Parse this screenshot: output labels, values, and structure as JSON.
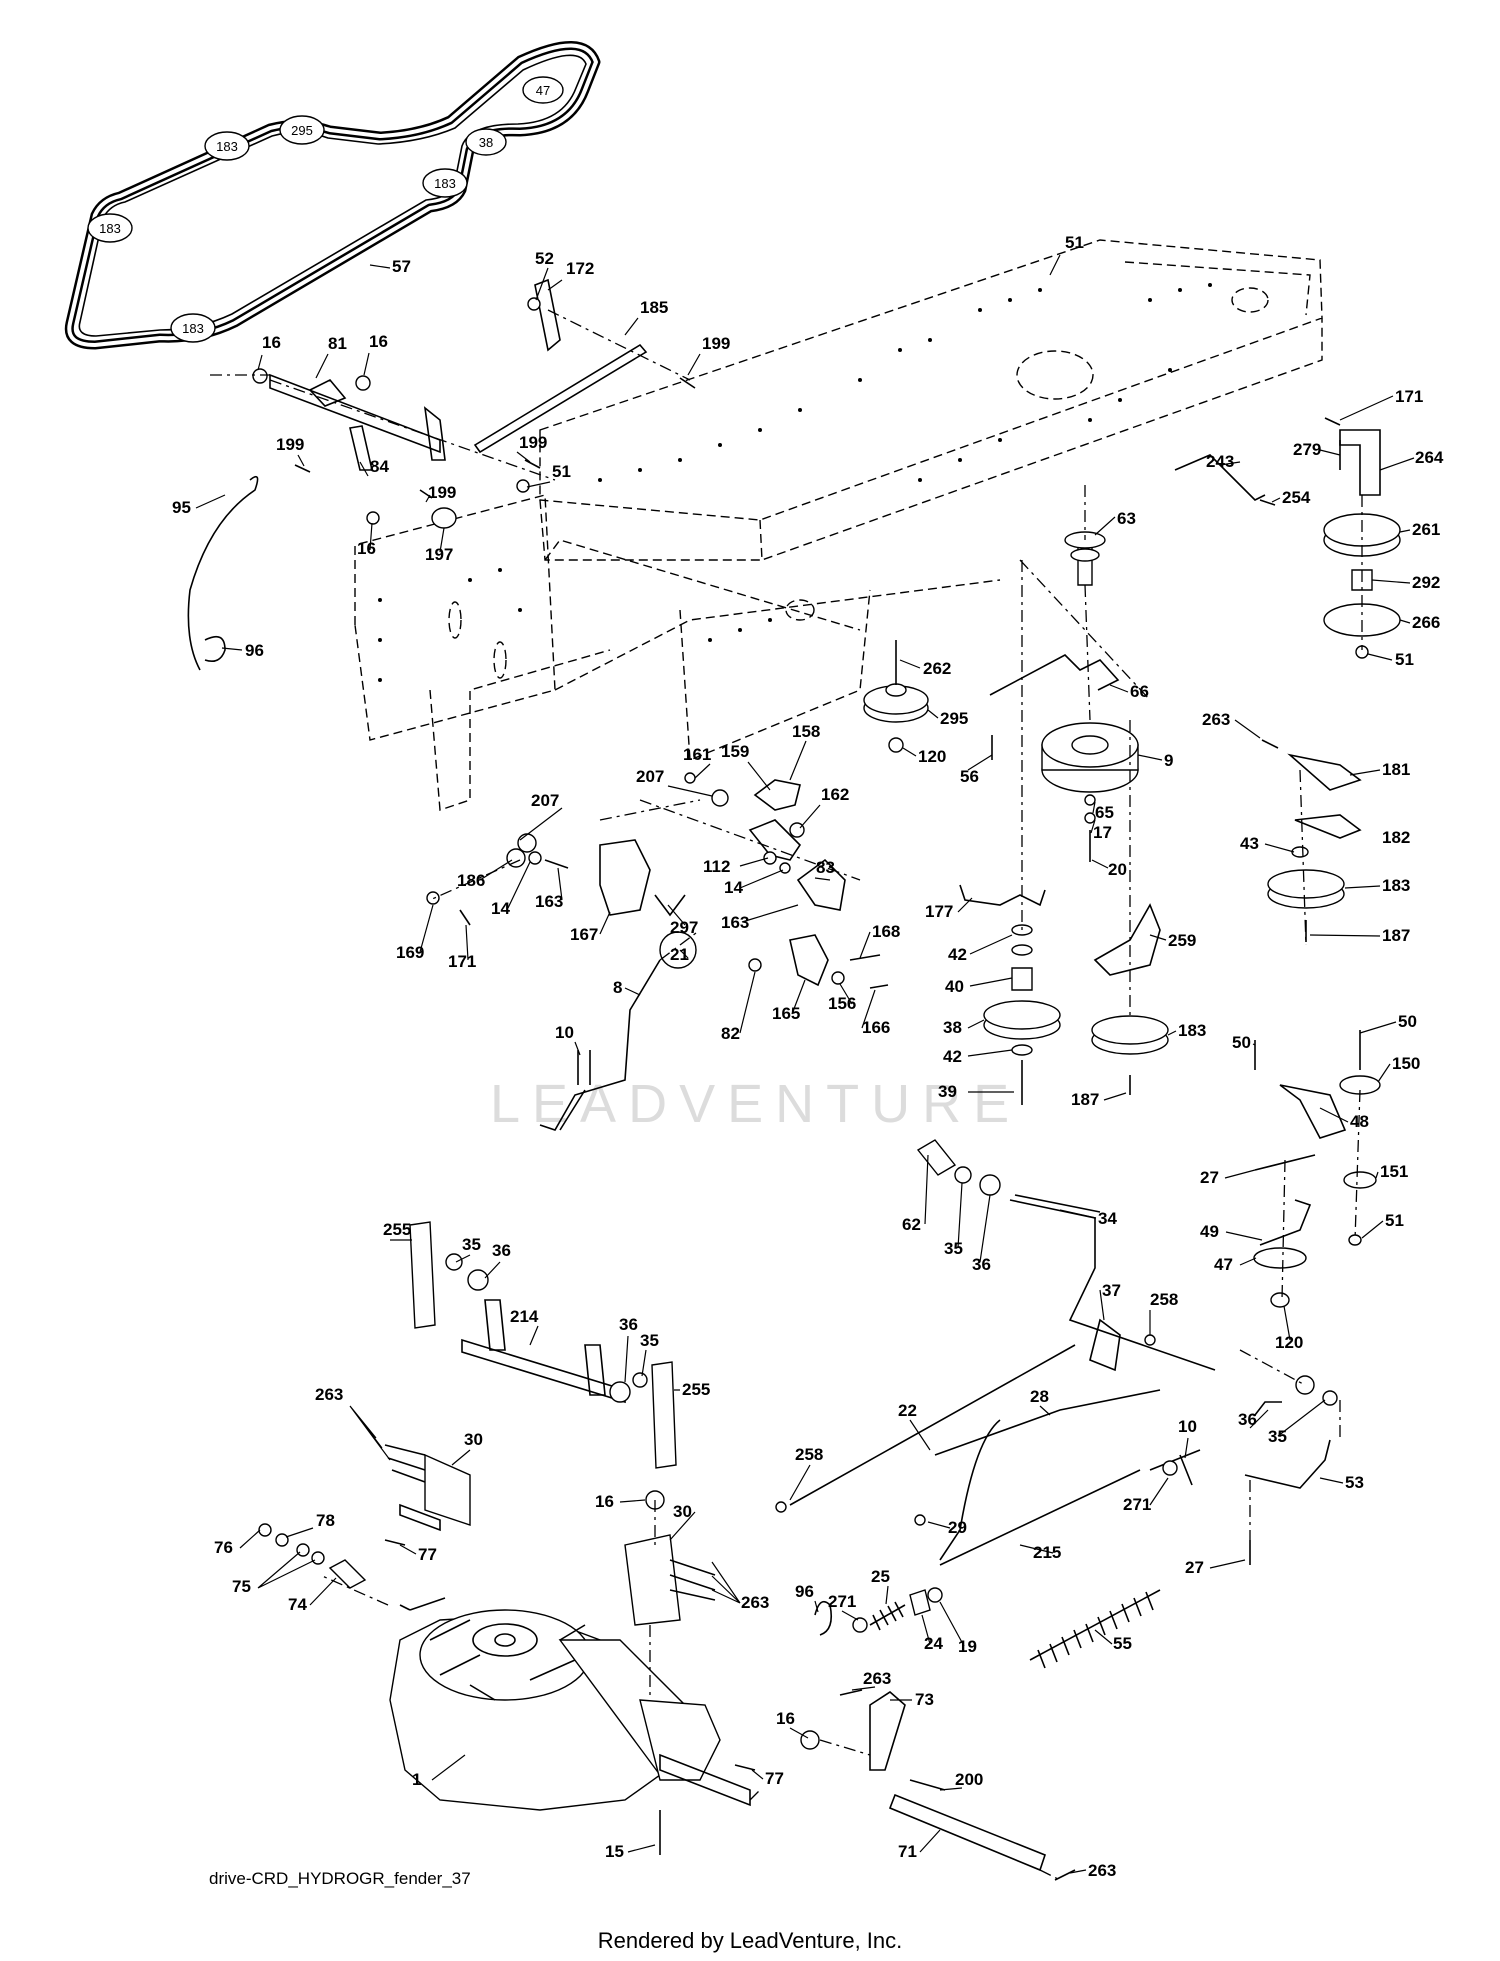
{
  "diagram": {
    "code": "drive-CRD_HYDROGR_fender_37",
    "watermark": "LEADVENTURE",
    "footer": "Rendered by LeadVenture, Inc."
  },
  "belt_labels": [
    "183",
    "295",
    "47",
    "38",
    "183",
    "183",
    "183"
  ],
  "callouts": [
    {
      "id": "57",
      "label": "57"
    },
    {
      "id": "52",
      "label": "52"
    },
    {
      "id": "172",
      "label": "172"
    },
    {
      "id": "185",
      "label": "185"
    },
    {
      "id": "199a",
      "label": "199"
    },
    {
      "id": "16a",
      "label": "16"
    },
    {
      "id": "81",
      "label": "81"
    },
    {
      "id": "16b",
      "label": "16"
    },
    {
      "id": "199b",
      "label": "199"
    },
    {
      "id": "51a",
      "label": "51"
    },
    {
      "id": "199c",
      "label": "199"
    },
    {
      "id": "84",
      "label": "84"
    },
    {
      "id": "199d",
      "label": "199"
    },
    {
      "id": "95",
      "label": "95"
    },
    {
      "id": "16c",
      "label": "16"
    },
    {
      "id": "197",
      "label": "197"
    },
    {
      "id": "96a",
      "label": "96"
    },
    {
      "id": "51b",
      "label": "51"
    },
    {
      "id": "171a",
      "label": "171"
    },
    {
      "id": "279",
      "label": "279"
    },
    {
      "id": "264",
      "label": "264"
    },
    {
      "id": "243",
      "label": "243"
    },
    {
      "id": "254",
      "label": "254"
    },
    {
      "id": "63",
      "label": "63"
    },
    {
      "id": "261",
      "label": "261"
    },
    {
      "id": "292",
      "label": "292"
    },
    {
      "id": "266",
      "label": "266"
    },
    {
      "id": "51c",
      "label": "51"
    },
    {
      "id": "262",
      "label": "262"
    },
    {
      "id": "66",
      "label": "66"
    },
    {
      "id": "295",
      "label": "295"
    },
    {
      "id": "263a",
      "label": "263"
    },
    {
      "id": "120a",
      "label": "120"
    },
    {
      "id": "9",
      "label": "9"
    },
    {
      "id": "181",
      "label": "181"
    },
    {
      "id": "56",
      "label": "56"
    },
    {
      "id": "65",
      "label": "65"
    },
    {
      "id": "17",
      "label": "17"
    },
    {
      "id": "182",
      "label": "182"
    },
    {
      "id": "20",
      "label": "20"
    },
    {
      "id": "43",
      "label": "43"
    },
    {
      "id": "183a",
      "label": "183"
    },
    {
      "id": "187a",
      "label": "187"
    },
    {
      "id": "158",
      "label": "158"
    },
    {
      "id": "161",
      "label": "161"
    },
    {
      "id": "159",
      "label": "159"
    },
    {
      "id": "207a",
      "label": "207"
    },
    {
      "id": "162",
      "label": "162"
    },
    {
      "id": "207b",
      "label": "207"
    },
    {
      "id": "112",
      "label": "112"
    },
    {
      "id": "83",
      "label": "83"
    },
    {
      "id": "14a",
      "label": "14"
    },
    {
      "id": "186",
      "label": "186"
    },
    {
      "id": "14b",
      "label": "14"
    },
    {
      "id": "163a",
      "label": "163"
    },
    {
      "id": "167",
      "label": "167"
    },
    {
      "id": "297",
      "label": "297"
    },
    {
      "id": "163b",
      "label": "163"
    },
    {
      "id": "169",
      "label": "169"
    },
    {
      "id": "171b",
      "label": "171"
    },
    {
      "id": "177",
      "label": "177"
    },
    {
      "id": "259",
      "label": "259"
    },
    {
      "id": "21",
      "label": "21"
    },
    {
      "id": "168",
      "label": "168"
    },
    {
      "id": "42a",
      "label": "42"
    },
    {
      "id": "40",
      "label": "40"
    },
    {
      "id": "8",
      "label": "8"
    },
    {
      "id": "82",
      "label": "82"
    },
    {
      "id": "165",
      "label": "165"
    },
    {
      "id": "156",
      "label": "156"
    },
    {
      "id": "166",
      "label": "166"
    },
    {
      "id": "38",
      "label": "38"
    },
    {
      "id": "183b",
      "label": "183"
    },
    {
      "id": "10a",
      "label": "10"
    },
    {
      "id": "42b",
      "label": "42"
    },
    {
      "id": "39",
      "label": "39"
    },
    {
      "id": "187b",
      "label": "187"
    },
    {
      "id": "50a",
      "label": "50"
    },
    {
      "id": "50b",
      "label": "50"
    },
    {
      "id": "150",
      "label": "150"
    },
    {
      "id": "48",
      "label": "48"
    },
    {
      "id": "27a",
      "label": "27"
    },
    {
      "id": "151",
      "label": "151"
    },
    {
      "id": "62",
      "label": "62"
    },
    {
      "id": "35a",
      "label": "35"
    },
    {
      "id": "36a",
      "label": "36"
    },
    {
      "id": "34",
      "label": "34"
    },
    {
      "id": "49",
      "label": "49"
    },
    {
      "id": "51d",
      "label": "51"
    },
    {
      "id": "47",
      "label": "47"
    },
    {
      "id": "255a",
      "label": "255"
    },
    {
      "id": "35b",
      "label": "35"
    },
    {
      "id": "36b",
      "label": "36"
    },
    {
      "id": "37",
      "label": "37"
    },
    {
      "id": "258a",
      "label": "258"
    },
    {
      "id": "120b",
      "label": "120"
    },
    {
      "id": "214",
      "label": "214"
    },
    {
      "id": "36c",
      "label": "36"
    },
    {
      "id": "35c",
      "label": "35"
    },
    {
      "id": "263b",
      "label": "263"
    },
    {
      "id": "255b",
      "label": "255"
    },
    {
      "id": "22",
      "label": "22"
    },
    {
      "id": "28",
      "label": "28"
    },
    {
      "id": "10b",
      "label": "10"
    },
    {
      "id": "36d",
      "label": "36"
    },
    {
      "id": "35d",
      "label": "35"
    },
    {
      "id": "30a",
      "label": "30"
    },
    {
      "id": "53",
      "label": "53"
    },
    {
      "id": "258b",
      "label": "258"
    },
    {
      "id": "271a",
      "label": "271"
    },
    {
      "id": "29",
      "label": "29"
    },
    {
      "id": "16d",
      "label": "16"
    },
    {
      "id": "30b",
      "label": "30"
    },
    {
      "id": "215",
      "label": "215"
    },
    {
      "id": "78",
      "label": "78"
    },
    {
      "id": "76",
      "label": "76"
    },
    {
      "id": "77a",
      "label": "77"
    },
    {
      "id": "27b",
      "label": "27"
    },
    {
      "id": "75",
      "label": "75"
    },
    {
      "id": "74",
      "label": "74"
    },
    {
      "id": "263c",
      "label": "263"
    },
    {
      "id": "96b",
      "label": "96"
    },
    {
      "id": "271b",
      "label": "271"
    },
    {
      "id": "25",
      "label": "25"
    },
    {
      "id": "24",
      "label": "24"
    },
    {
      "id": "19",
      "label": "19"
    },
    {
      "id": "55",
      "label": "55"
    },
    {
      "id": "263d",
      "label": "263"
    },
    {
      "id": "73",
      "label": "73"
    },
    {
      "id": "16e",
      "label": "16"
    },
    {
      "id": "77b",
      "label": "77"
    },
    {
      "id": "200",
      "label": "200"
    },
    {
      "id": "1",
      "label": "1"
    },
    {
      "id": "15",
      "label": "15"
    },
    {
      "id": "71",
      "label": "71"
    },
    {
      "id": "263e",
      "label": "263"
    }
  ]
}
